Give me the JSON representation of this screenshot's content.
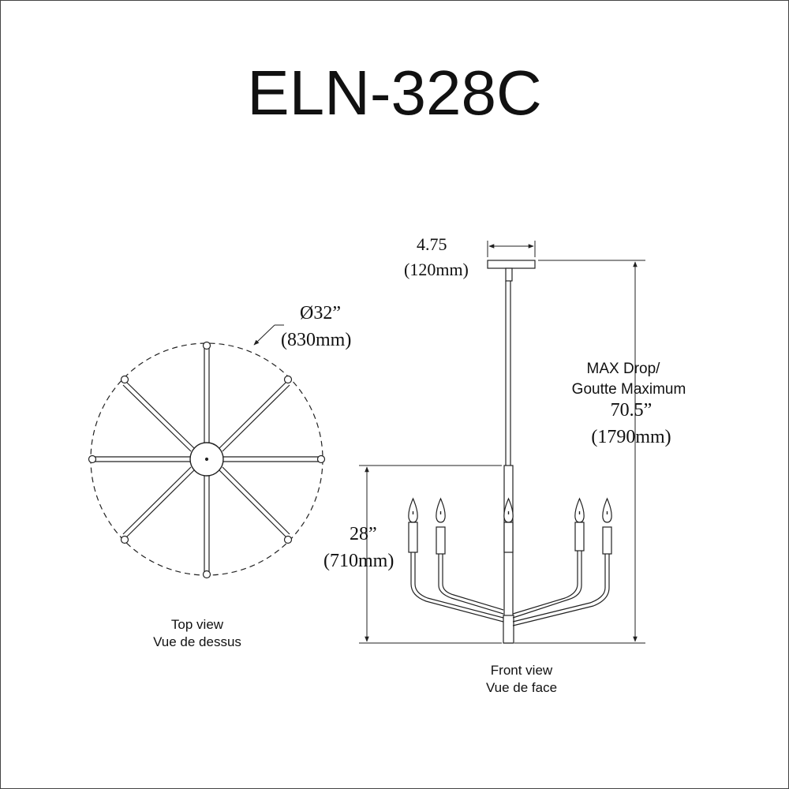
{
  "title": "ELN-328C",
  "top_view": {
    "diameter_in": "Ø32”",
    "diameter_mm": "(830mm)",
    "caption_en": "Top view",
    "caption_fr": "Vue de dessus"
  },
  "front_view": {
    "canopy_width_in": "4.75",
    "canopy_width_mm": "(120mm)",
    "max_drop_line1": "MAX Drop/",
    "max_drop_line2": "Goutte Maximum",
    "max_drop_in": "70.5”",
    "max_drop_mm": "(1790mm)",
    "body_height_in": "28”",
    "body_height_mm": "(710mm)",
    "caption_en": "Front view",
    "caption_fr": "Vue de face"
  }
}
